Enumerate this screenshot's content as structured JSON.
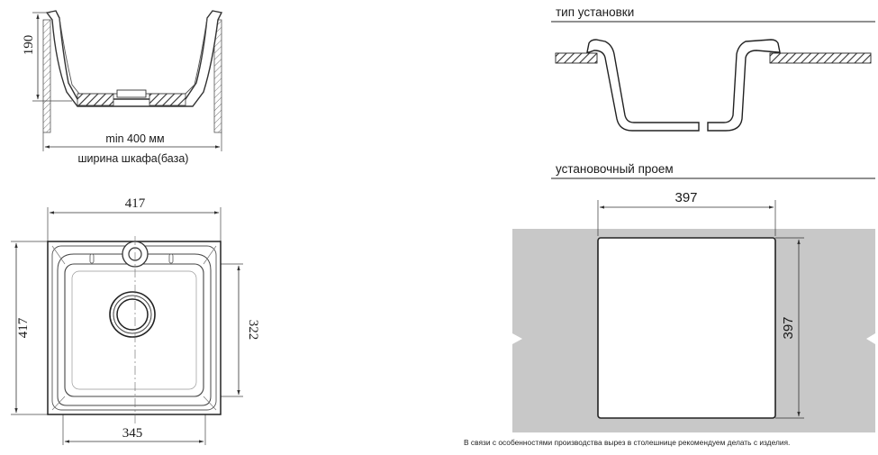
{
  "side_view": {
    "height_label": "190",
    "min_width_label": "min 400 мм",
    "cabinet_label": "ширина шкафа(база)"
  },
  "top_view": {
    "width_label": "417",
    "height_label": "417",
    "inner_height_label": "322",
    "inner_width_label": "345"
  },
  "installation": {
    "title": "тип установки"
  },
  "cutout": {
    "title": "установочный проем",
    "width_label": "397",
    "height_label": "397"
  },
  "footnote": "В связи с особенностями производства вырез в столешнице рекомендуем делать с изделия."
}
